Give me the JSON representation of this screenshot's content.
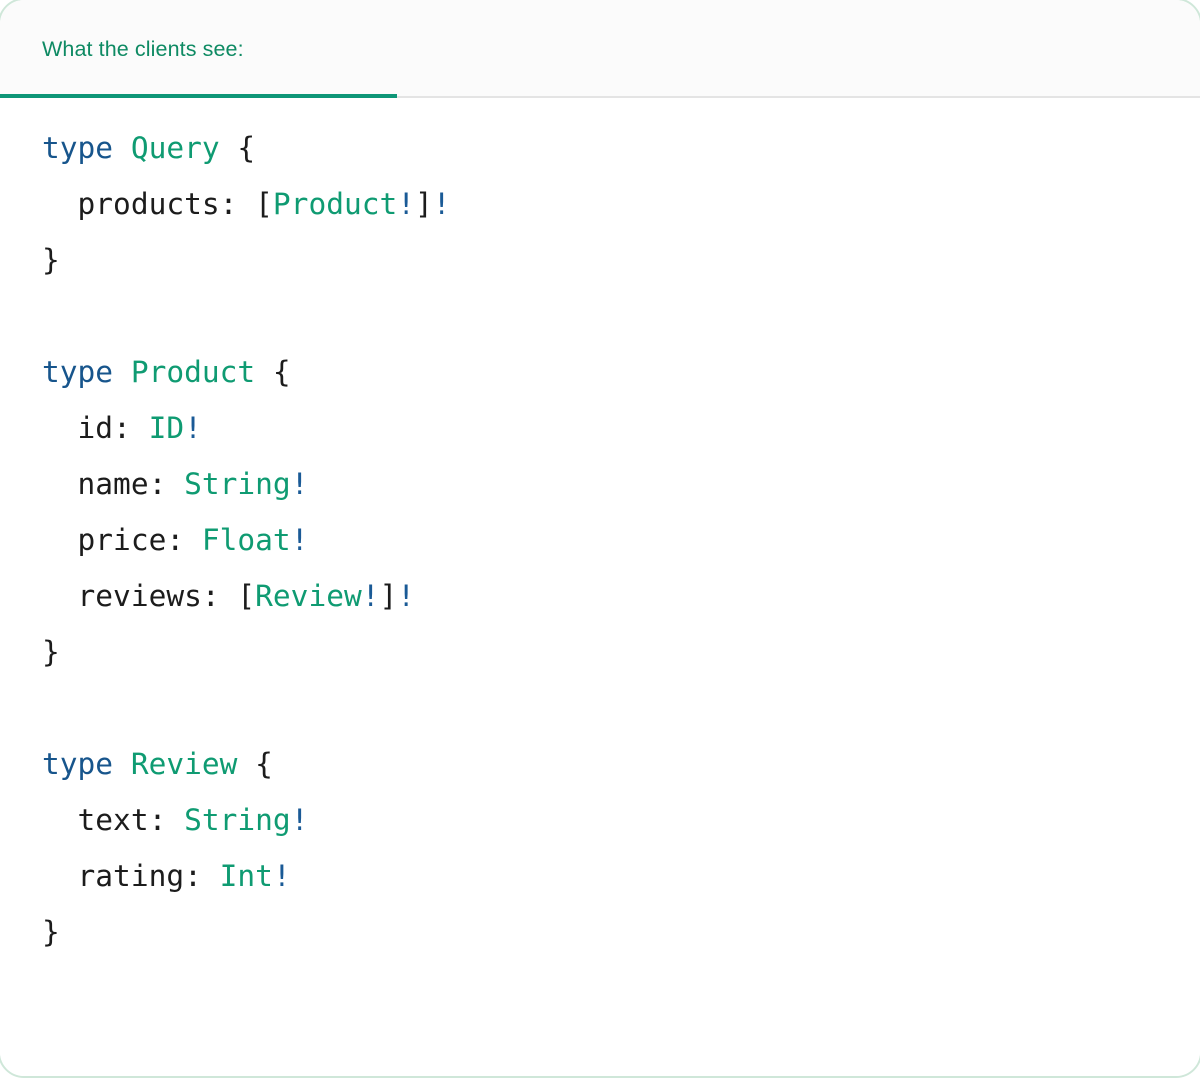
{
  "card": {
    "border_color": "#cfe7d9",
    "header_bg": "#fbfbfb",
    "body_bg": "#ffffff"
  },
  "tabbar": {
    "active_tab_label": "What the clients see:",
    "accent_color": "#0e9677",
    "label_color": "#0e8a63",
    "rule_color": "#e4e4e4"
  },
  "code": {
    "language": "graphql",
    "colors": {
      "keyword": "#17558c",
      "type_name": "#0f9b72",
      "non_null_bang": "#1a5a96",
      "punctuation": "#1c1c1c",
      "field_name": "#1c1c1c"
    },
    "raw_text": "type Query {\n  products: [Product!]!\n}\n\ntype Product {\n  id: ID!\n  name: String!\n  price: Float!\n  reviews: [Review!]!\n}\n\ntype Review {\n  text: String!\n  rating: Int!\n}",
    "lines": [
      {
        "id": "l1",
        "text": "type Query {"
      },
      {
        "id": "l2",
        "text": "  products: [Product!]!"
      },
      {
        "id": "l3",
        "text": "}"
      },
      {
        "id": "l4",
        "text": ""
      },
      {
        "id": "l5",
        "text": "type Product {"
      },
      {
        "id": "l6",
        "text": "  id: ID!"
      },
      {
        "id": "l7",
        "text": "  name: String!"
      },
      {
        "id": "l8",
        "text": "  price: Float!"
      },
      {
        "id": "l9",
        "text": "  reviews: [Review!]!"
      },
      {
        "id": "l10",
        "text": "}"
      },
      {
        "id": "l11",
        "text": ""
      },
      {
        "id": "l12",
        "text": "type Review {"
      },
      {
        "id": "l13",
        "text": "  text: String!"
      },
      {
        "id": "l14",
        "text": "  rating: Int!"
      },
      {
        "id": "l15",
        "text": "}"
      }
    ],
    "tokens": {
      "keyword": "type",
      "brace_open": "{",
      "brace_close": "}",
      "bracket_open": "[",
      "bracket_close": "]",
      "bang": "!",
      "colon": ":"
    },
    "schema": {
      "types": [
        {
          "keyword": "type",
          "name": "Query",
          "fields": [
            {
              "name": "products",
              "type": "[Product!]!"
            }
          ]
        },
        {
          "keyword": "type",
          "name": "Product",
          "fields": [
            {
              "name": "id",
              "type": "ID!"
            },
            {
              "name": "name",
              "type": "String!"
            },
            {
              "name": "price",
              "type": "Float!"
            },
            {
              "name": "reviews",
              "type": "[Review!]!"
            }
          ]
        },
        {
          "keyword": "type",
          "name": "Review",
          "fields": [
            {
              "name": "text",
              "type": "String!"
            },
            {
              "name": "rating",
              "type": "Int!"
            }
          ]
        }
      ]
    }
  }
}
